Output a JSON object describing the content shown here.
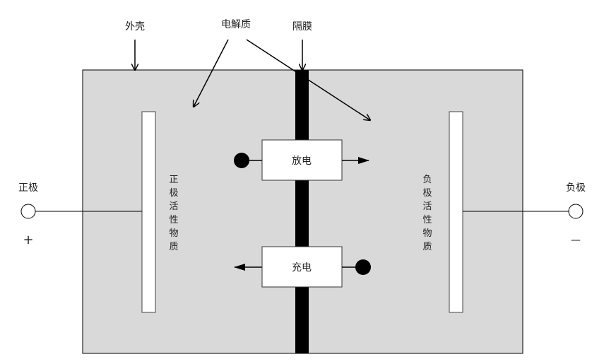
{
  "labels": {
    "casing": "外壳",
    "electrolyte": "电解质",
    "separator": "隔膜",
    "positive": "正极",
    "negative": "负极",
    "plus": "+",
    "minus": "—",
    "discharge": "放电",
    "charge": "充电",
    "positive_material": [
      "正",
      "极",
      "活",
      "性",
      "物",
      "质"
    ],
    "negative_material": [
      "负",
      "极",
      "活",
      "性",
      "物",
      "质"
    ]
  },
  "colors": {
    "casing_fill": "#d9d9d9",
    "separator": "#000000"
  }
}
